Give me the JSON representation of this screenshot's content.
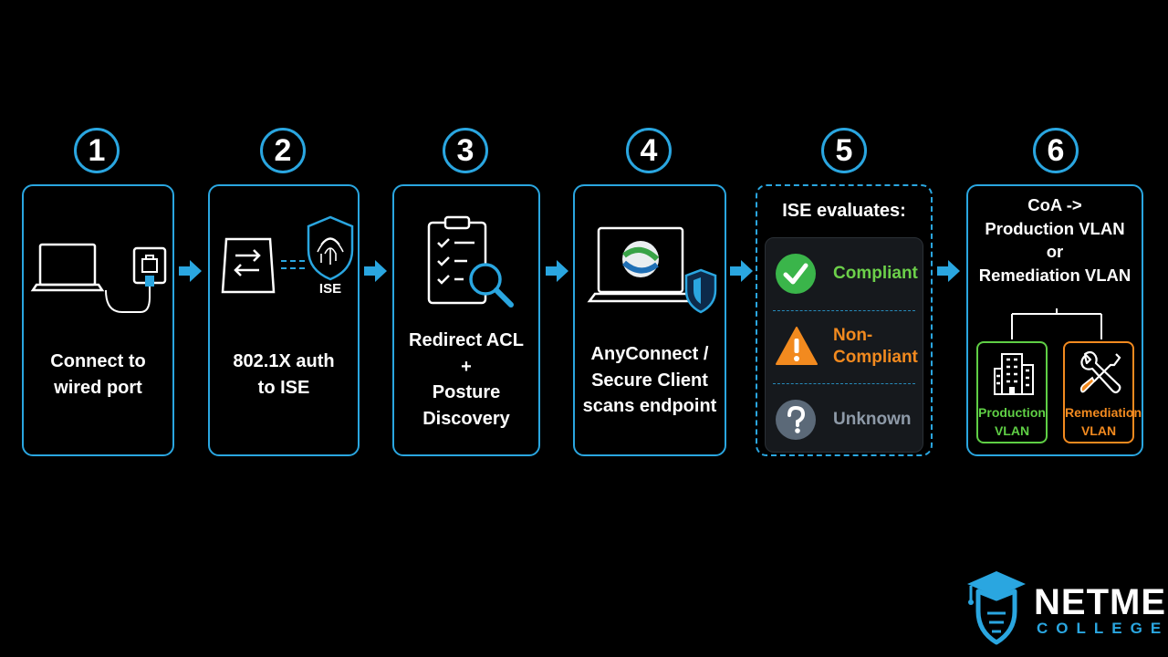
{
  "steps": [
    {
      "number": "1",
      "lines": [
        "Connect to",
        "wired port"
      ],
      "icon": "laptop-ethernet-icon"
    },
    {
      "number": "2",
      "lines": [
        "802.1X auth",
        "to ISE"
      ],
      "icon": "switch-fingerprint-shield-icon",
      "shield_label": "ISE"
    },
    {
      "number": "3",
      "lines": [
        "Redirect ACL",
        "+",
        "Posture",
        "Discovery"
      ],
      "icon": "clipboard-magnifier-icon"
    },
    {
      "number": "4",
      "lines": [
        "AnyConnect /",
        "Secure Client",
        "scans endpoint"
      ],
      "icon": "laptop-anyconnect-shield-icon"
    },
    {
      "number": "5",
      "title": "ISE evaluates:",
      "statuses": [
        {
          "lines": [
            "Compliant"
          ],
          "color": "#6cd04a",
          "icon": "checkmark-circle-icon"
        },
        {
          "lines": [
            "Non-",
            "Compliant"
          ],
          "color": "#f28a1f",
          "icon": "warning-triangle-icon"
        },
        {
          "lines": [
            "Unknown"
          ],
          "color": "#8e9aa8",
          "icon": "question-circle-icon"
        }
      ]
    },
    {
      "number": "6",
      "lines": [
        "CoA ->",
        "Production VLAN",
        "or",
        "Remediation VLAN"
      ],
      "vlans": [
        {
          "lines": [
            "Production",
            "VLAN"
          ],
          "color": "#5fcf45",
          "icon": "building-icon"
        },
        {
          "lines": [
            "Remediation",
            "VLAN"
          ],
          "color": "#f28a1f",
          "icon": "wrench-screwdriver-icon"
        }
      ]
    }
  ],
  "logo": {
    "name": "NETME",
    "sub": "COLLEGE",
    "icon": "graduation-cap-shield-icon"
  },
  "colors": {
    "accent": "#2aa6e0",
    "background": "#000000",
    "card_border": "#2aa6e0"
  }
}
